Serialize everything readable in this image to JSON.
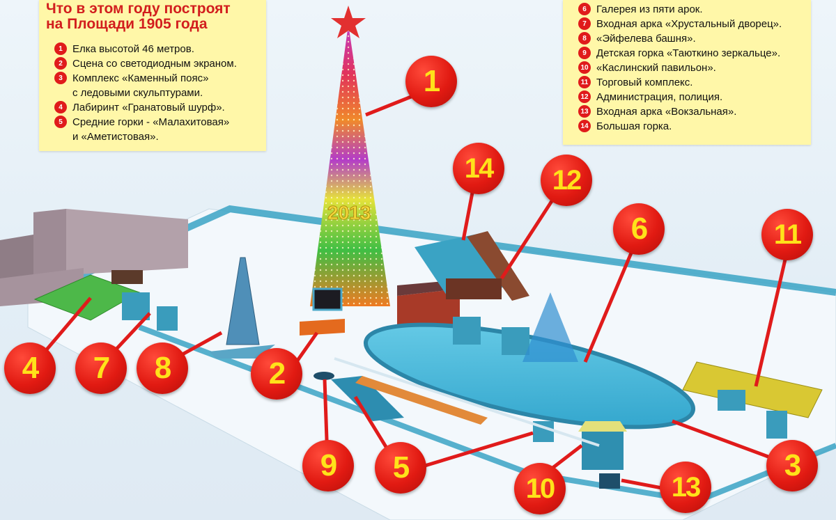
{
  "legend_left": {
    "title_line1": "Что в этом году построят",
    "title_line2": "на Площади 1905 года",
    "items": [
      {
        "num": "1",
        "text": "Елка высотой 46 метров."
      },
      {
        "num": "2",
        "text": "Сцена со светодиодным экраном."
      },
      {
        "num": "3",
        "text": "Комплекс «Каменный пояс»"
      },
      {
        "num": "",
        "text": "с ледовыми скульптурами."
      },
      {
        "num": "4",
        "text": "Лабиринт «Гранатовый шурф»."
      },
      {
        "num": "5",
        "text": "Средние горки - «Малахитовая»"
      },
      {
        "num": "",
        "text": "и «Аметистовая»."
      }
    ]
  },
  "legend_right": {
    "items": [
      {
        "num": "6",
        "text": "Галерея из пяти арок."
      },
      {
        "num": "7",
        "text": "Входная арка «Хрустальный дворец»."
      },
      {
        "num": "8",
        "text": "«Эйфелева башня»."
      },
      {
        "num": "9",
        "text": "Детская горка «Таюткино зеркальце»."
      },
      {
        "num": "10",
        "text": "«Каслинский павильон»."
      },
      {
        "num": "11",
        "text": "Торговый комплекс."
      },
      {
        "num": "12",
        "text": "Администрация, полиция."
      },
      {
        "num": "13",
        "text": "Входная арка «Вокзальная»."
      },
      {
        "num": "14",
        "text": "Большая горка."
      }
    ]
  },
  "tree_year": "2013",
  "callouts": [
    "1",
    "2",
    "3",
    "4",
    "5",
    "6",
    "7",
    "8",
    "9",
    "10",
    "11",
    "12",
    "13",
    "14"
  ],
  "colors": {
    "accent_red": "#e01b1b",
    "callout_text": "#ffe21a",
    "legend_bg": "#fff7a8",
    "ice": "#4fb6d6"
  }
}
